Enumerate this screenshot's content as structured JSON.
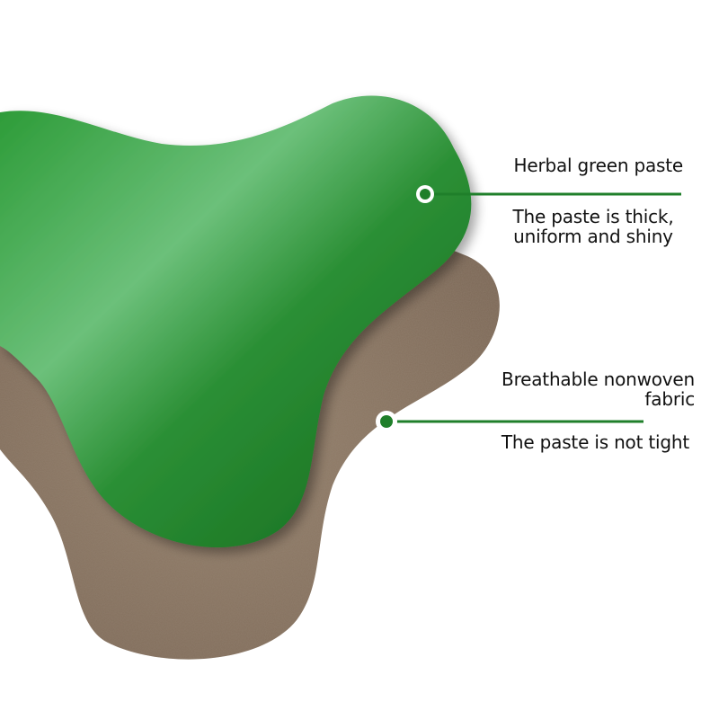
{
  "image": {
    "description_colors": {
      "green_paste": "#1f8a2a",
      "green_paste_dark": "#15701f",
      "fabric": "#8c7763",
      "fabric_dark": "#6f5c4b",
      "callout_line": "#1f7f2a",
      "callout_dot": "#1f7f2a",
      "text": "#111111",
      "background": "#ffffff"
    }
  },
  "callouts": {
    "herbal": {
      "title": "Herbal green paste",
      "description": "The paste is thick, uniform and shiny"
    },
    "fabric": {
      "title": "Breathable nonwoven fabric",
      "description": "The paste is not tight"
    }
  }
}
